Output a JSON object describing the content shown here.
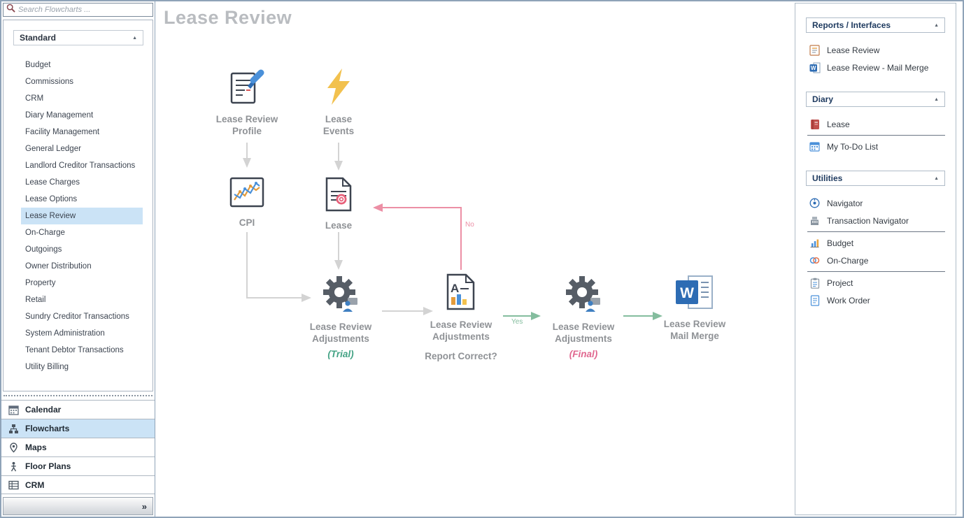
{
  "sidebar": {
    "search_placeholder": "Search Flowcharts ...",
    "group_header": "Standard",
    "selected_item": "Lease Review",
    "items": [
      "Budget",
      "Commissions",
      "CRM",
      "Diary Management",
      "Facility Management",
      "General Ledger",
      "Landlord Creditor Transactions",
      "Lease Charges",
      "Lease Options",
      "Lease Review",
      "On-Charge",
      "Outgoings",
      "Owner Distribution",
      "Property",
      "Retail",
      "Sundry Creditor Transactions",
      "System Administration",
      "Tenant Debtor Transactions",
      "Utility Billing"
    ],
    "nav": [
      {
        "label": "Calendar",
        "icon": "calendar-icon",
        "selected": false
      },
      {
        "label": "Flowcharts",
        "icon": "flowchart-icon",
        "selected": true
      },
      {
        "label": "Maps",
        "icon": "map-pin-icon",
        "selected": false
      },
      {
        "label": "Floor Plans",
        "icon": "floor-plans-icon",
        "selected": false
      },
      {
        "label": "CRM",
        "icon": "crm-grid-icon",
        "selected": false
      }
    ]
  },
  "main": {
    "title": "Lease Review",
    "flowchart": {
      "nodes": [
        {
          "label": "Lease Review\nProfile",
          "icon": "notepad-pencil-icon"
        },
        {
          "label": "Lease\nEvents",
          "icon": "lightning-icon"
        },
        {
          "label": "CPI",
          "icon": "line-chart-icon"
        },
        {
          "label": "Lease",
          "icon": "document-seal-icon"
        },
        {
          "label": "Lease Review\nAdjustments",
          "sublabel": "(Trial)",
          "icon": "gear-process-icon"
        },
        {
          "label": "Lease Review\nAdjustments",
          "sublabel": "Report Correct?",
          "icon": "report-document-icon"
        },
        {
          "label": "Lease Review\nAdjustments",
          "sublabel": "(Final)",
          "icon": "gear-process-icon"
        },
        {
          "label": "Lease Review\nMail Merge",
          "icon": "word-document-icon"
        }
      ],
      "edges": {
        "no_label": "No",
        "yes_label": "Yes"
      }
    }
  },
  "right_panel": {
    "sections": [
      {
        "title": "Reports / Interfaces",
        "items": [
          {
            "label": "Lease Review",
            "icon": "report-icon"
          },
          {
            "label": "Lease Review - Mail Merge",
            "icon": "word-icon"
          }
        ]
      },
      {
        "title": "Diary",
        "items": [
          {
            "label": "Lease",
            "icon": "diary-book-icon"
          },
          {
            "label": "My To-Do List",
            "icon": "todo-calendar-icon"
          }
        ]
      },
      {
        "title": "Utilities",
        "items": [
          {
            "label": "Navigator",
            "icon": "navigator-icon"
          },
          {
            "label": "Transaction Navigator",
            "icon": "transaction-navigator-icon"
          },
          {
            "label": "Budget",
            "icon": "budget-chart-icon"
          },
          {
            "label": "On-Charge",
            "icon": "on-charge-icon"
          },
          {
            "label": "Project",
            "icon": "project-clipboard-icon"
          },
          {
            "label": "Work Order",
            "icon": "work-order-icon"
          }
        ]
      }
    ]
  },
  "colors": {
    "selection_blue": "#cbe3f6",
    "title_gray": "#b9bcc0",
    "flow_label_gray": "#8f9296",
    "trial_green": "#44a385",
    "final_pink": "#e0678f",
    "arrow_gray": "#d3d3d3",
    "arrow_pink": "#ec8fa5",
    "arrow_green": "#84bd9e"
  }
}
